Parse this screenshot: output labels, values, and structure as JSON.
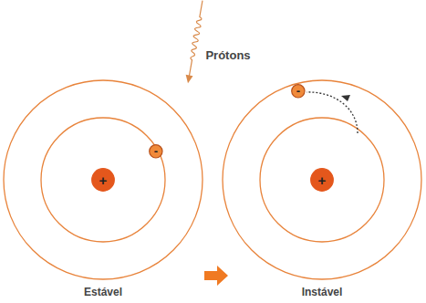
{
  "diagram": {
    "nodes": [
      {
        "text": [
          "+"
        ]
      },
      {
        "text": [
          "-"
        ]
      },
      {
        "text": [
          "+"
        ]
      },
      {
        "text": [
          "-"
        ]
      }
    ],
    "labels": [
      "Prótons",
      "Estável",
      "Instável"
    ]
  }
}
